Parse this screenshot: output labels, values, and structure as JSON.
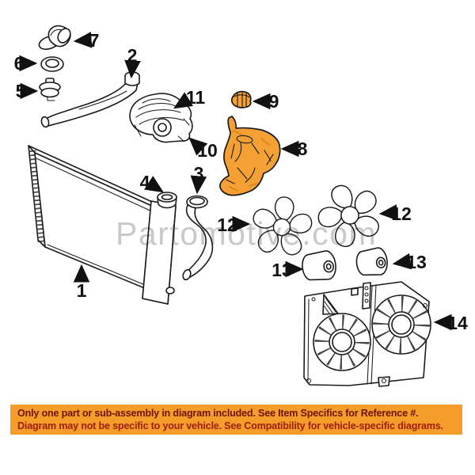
{
  "watermark": {
    "text": "Partomotive.com",
    "color": "#C9C9C9"
  },
  "diagram": {
    "highlight_color": "#F5A035",
    "line_color": "#1B1B1B",
    "callouts": [
      {
        "n": "1"
      },
      {
        "n": "2"
      },
      {
        "n": "3"
      },
      {
        "n": "4"
      },
      {
        "n": "5"
      },
      {
        "n": "6"
      },
      {
        "n": "7"
      },
      {
        "n": "8"
      },
      {
        "n": "9"
      },
      {
        "n": "10"
      },
      {
        "n": "11"
      },
      {
        "n": "12"
      },
      {
        "n": "12"
      },
      {
        "n": "13"
      },
      {
        "n": "13"
      },
      {
        "n": "14"
      }
    ]
  },
  "banner": {
    "bg_color": "#F49D2A",
    "line1": "Only one part or sub-assembly in diagram included. See Item Specifics for Reference #.",
    "line1_color": "#6F1409",
    "line2": "Diagram may not be specific to your vehicle. See Compatibility for vehicle-specific diagrams.",
    "line2_color": "#A01E0E"
  }
}
